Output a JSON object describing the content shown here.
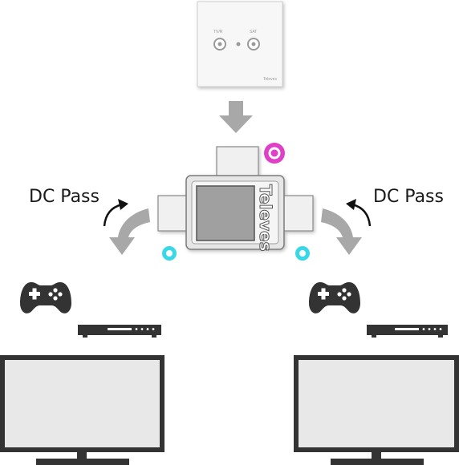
{
  "wall_outlet": {
    "port_left_label": "TV/R",
    "port_right_label": "SAT",
    "brand": "Televes"
  },
  "splitter": {
    "brand": "Televes"
  },
  "labels": {
    "left_dc": "DC Pass",
    "right_dc": "DC Pass"
  },
  "colors": {
    "arrow_gray": "#a8a8a8",
    "dc_marker": "#e040c8",
    "pass_marker": "#38d8e8",
    "device_dark": "#333333",
    "screen_fill": "#e8e8e8"
  }
}
